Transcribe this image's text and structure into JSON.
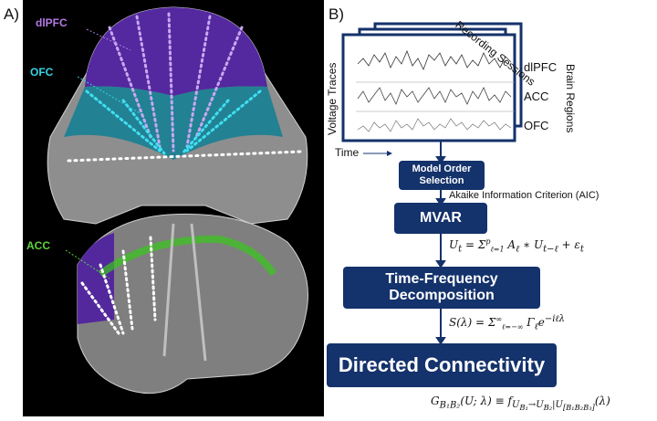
{
  "panel_a": {
    "label": "A)",
    "regions": [
      {
        "name": "dlPFC",
        "color": "#b57ae6"
      },
      {
        "name": "OFC",
        "color": "#39d3e6"
      },
      {
        "name": "ACC",
        "color": "#5cd33b"
      }
    ]
  },
  "panel_b": {
    "label": "B)",
    "stack_labels": {
      "recording_sessions": "Recording Sessions",
      "voltage_traces": "Voltage Traces",
      "time": "Time",
      "brain_regions": "Brain Regions"
    },
    "trace_labels": [
      "dlPFC",
      "ACC",
      "OFC"
    ],
    "steps": [
      {
        "label": "Model Order Selection"
      },
      {
        "label": "MVAR"
      },
      {
        "label": "Time-Frequency Decomposition"
      },
      {
        "label": "Directed Connectivity"
      }
    ],
    "annotations": {
      "aic": "Akaike Information Criterion (AIC)"
    },
    "colors": {
      "box": "#14326b"
    }
  }
}
